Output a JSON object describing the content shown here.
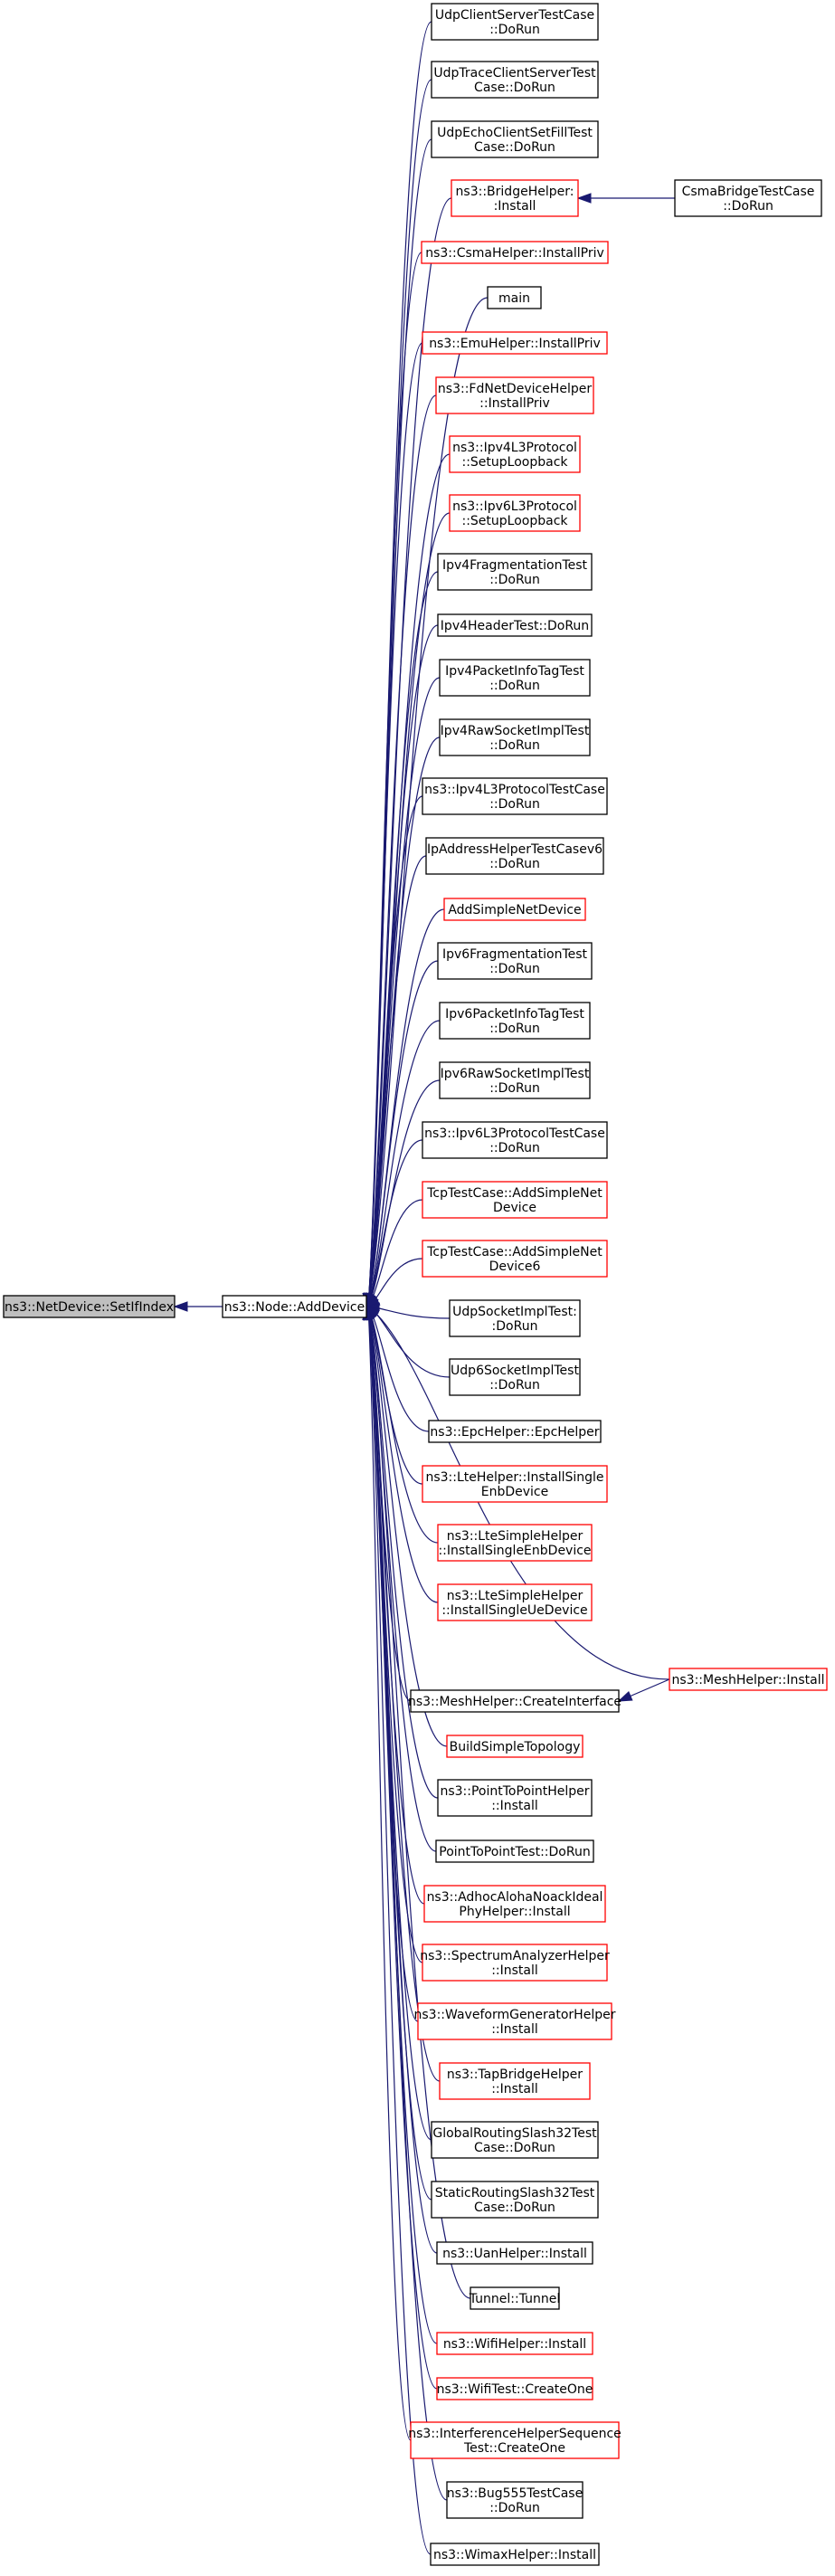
{
  "graph": {
    "root": {
      "id": "setifindex",
      "label": [
        "ns3::NetDevice::SetIfIndex"
      ],
      "style": "current"
    },
    "hub": {
      "id": "adddevice",
      "label": [
        "ns3::Node::AddDevice"
      ],
      "style": "normal"
    },
    "callers": [
      {
        "id": "udpclientserver",
        "label": [
          "UdpClientServerTestCase",
          "::DoRun"
        ],
        "style": "normal"
      },
      {
        "id": "udptraceclientserver",
        "label": [
          "UdpTraceClientServerTest",
          "Case::DoRun"
        ],
        "style": "normal"
      },
      {
        "id": "udpechoclient",
        "label": [
          "UdpEchoClientSetFillTest",
          "Case::DoRun"
        ],
        "style": "normal"
      },
      {
        "id": "bridgehelper",
        "label": [
          "ns3::BridgeHelper:",
          ":Install"
        ],
        "style": "truncated"
      },
      {
        "id": "csmahelper",
        "label": [
          "ns3::CsmaHelper::InstallPriv"
        ],
        "style": "truncated"
      },
      {
        "id": "main",
        "label": [
          "main"
        ],
        "style": "normal"
      },
      {
        "id": "emuhelper",
        "label": [
          "ns3::EmuHelper::InstallPriv"
        ],
        "style": "truncated"
      },
      {
        "id": "fdnetdevicehelper",
        "label": [
          "ns3::FdNetDeviceHelper",
          "::InstallPriv"
        ],
        "style": "truncated"
      },
      {
        "id": "ipv4l3setuploopback",
        "label": [
          "ns3::Ipv4L3Protocol",
          "::SetupLoopback"
        ],
        "style": "truncated"
      },
      {
        "id": "ipv6l3setuploopback",
        "label": [
          "ns3::Ipv6L3Protocol",
          "::SetupLoopback"
        ],
        "style": "truncated"
      },
      {
        "id": "ipv4fragmentation",
        "label": [
          "Ipv4FragmentationTest",
          "::DoRun"
        ],
        "style": "normal"
      },
      {
        "id": "ipv4header",
        "label": [
          "Ipv4HeaderTest::DoRun"
        ],
        "style": "normal"
      },
      {
        "id": "ipv4packetinfotag",
        "label": [
          "Ipv4PacketInfoTagTest",
          "::DoRun"
        ],
        "style": "normal"
      },
      {
        "id": "ipv4rawsocket",
        "label": [
          "Ipv4RawSocketImplTest",
          "::DoRun"
        ],
        "style": "normal"
      },
      {
        "id": "ipv4l3protocoltest",
        "label": [
          "ns3::Ipv4L3ProtocolTestCase",
          "::DoRun"
        ],
        "style": "normal"
      },
      {
        "id": "ipaddresshelper",
        "label": [
          "IpAddressHelperTestCasev6",
          "::DoRun"
        ],
        "style": "normal"
      },
      {
        "id": "addsimplenetdevice",
        "label": [
          "AddSimpleNetDevice"
        ],
        "style": "truncated"
      },
      {
        "id": "ipv6fragmentation",
        "label": [
          "Ipv6FragmentationTest",
          "::DoRun"
        ],
        "style": "normal"
      },
      {
        "id": "ipv6packetinfotag",
        "label": [
          "Ipv6PacketInfoTagTest",
          "::DoRun"
        ],
        "style": "normal"
      },
      {
        "id": "ipv6rawsocket",
        "label": [
          "Ipv6RawSocketImplTest",
          "::DoRun"
        ],
        "style": "normal"
      },
      {
        "id": "ipv6l3protocoltest",
        "label": [
          "ns3::Ipv6L3ProtocolTestCase",
          "::DoRun"
        ],
        "style": "normal"
      },
      {
        "id": "tcpaddsimple",
        "label": [
          "TcpTestCase::AddSimpleNet",
          "Device"
        ],
        "style": "truncated"
      },
      {
        "id": "tcpaddsimple6",
        "label": [
          "TcpTestCase::AddSimpleNet",
          "Device6"
        ],
        "style": "truncated"
      },
      {
        "id": "udpsocketimpl",
        "label": [
          "UdpSocketImplTest:",
          ":DoRun"
        ],
        "style": "normal"
      },
      {
        "id": "udp6socketimpl",
        "label": [
          "Udp6SocketImplTest",
          "::DoRun"
        ],
        "style": "normal"
      },
      {
        "id": "epchelper",
        "label": [
          "ns3::EpcHelper::EpcHelper"
        ],
        "style": "normal"
      },
      {
        "id": "ltehelper",
        "label": [
          "ns3::LteHelper::InstallSingle",
          "EnbDevice"
        ],
        "style": "truncated"
      },
      {
        "id": "ltesimpleenb",
        "label": [
          "ns3::LteSimpleHelper",
          "::InstallSingleEnbDevice"
        ],
        "style": "truncated"
      },
      {
        "id": "ltesimpleue",
        "label": [
          "ns3::LteSimpleHelper",
          "::InstallSingleUeDevice"
        ],
        "style": "truncated"
      },
      {
        "id": "meshcreateinterface",
        "label": [
          "ns3::MeshHelper::CreateInterface"
        ],
        "style": "normal"
      },
      {
        "id": "buildsimpletopology",
        "label": [
          "BuildSimpleTopology"
        ],
        "style": "truncated"
      },
      {
        "id": "pointtopointhelper",
        "label": [
          "ns3::PointToPointHelper",
          "::Install"
        ],
        "style": "normal"
      },
      {
        "id": "pointtopointtest",
        "label": [
          "PointToPointTest::DoRun"
        ],
        "style": "normal"
      },
      {
        "id": "adhocaloha",
        "label": [
          "ns3::AdhocAlohaNoackIdeal",
          "PhyHelper::Install"
        ],
        "style": "truncated"
      },
      {
        "id": "spectrumanalyzer",
        "label": [
          "ns3::SpectrumAnalyzerHelper",
          "::Install"
        ],
        "style": "truncated"
      },
      {
        "id": "waveformgenerator",
        "label": [
          "ns3::WaveformGeneratorHelper",
          "::Install"
        ],
        "style": "truncated"
      },
      {
        "id": "tapbridgehelper",
        "label": [
          "ns3::TapBridgeHelper",
          "::Install"
        ],
        "style": "truncated"
      },
      {
        "id": "globalrouting",
        "label": [
          "GlobalRoutingSlash32Test",
          "Case::DoRun"
        ],
        "style": "normal"
      },
      {
        "id": "staticrouting",
        "label": [
          "StaticRoutingSlash32Test",
          "Case::DoRun"
        ],
        "style": "normal"
      },
      {
        "id": "uanhelper",
        "label": [
          "ns3::UanHelper::Install"
        ],
        "style": "normal"
      },
      {
        "id": "tunnel",
        "label": [
          "Tunnel::Tunnel"
        ],
        "style": "normal"
      },
      {
        "id": "wifihelper",
        "label": [
          "ns3::WifiHelper::Install"
        ],
        "style": "truncated"
      },
      {
        "id": "wifitest",
        "label": [
          "ns3::WifiTest::CreateOne"
        ],
        "style": "truncated"
      },
      {
        "id": "interferencehelper",
        "label": [
          "ns3::InterferenceHelperSequence",
          "Test::CreateOne"
        ],
        "style": "truncated"
      },
      {
        "id": "bug555",
        "label": [
          "ns3::Bug555TestCase",
          "::DoRun"
        ],
        "style": "normal"
      },
      {
        "id": "wimaxhelper",
        "label": [
          "ns3::WimaxHelper::Install"
        ],
        "style": "normal"
      }
    ],
    "secondary": [
      {
        "id": "csmabridge",
        "label": [
          "CsmaBridgeTestCase",
          "::DoRun"
        ],
        "style": "normal",
        "calls": "bridgehelper"
      },
      {
        "id": "meshinstall",
        "label": [
          "ns3::MeshHelper::Install"
        ],
        "style": "truncated",
        "calls": [
          "adddevice",
          "meshcreateinterface"
        ]
      }
    ],
    "root_caller": "adddevice",
    "colors": {
      "current_fill": "#bfbfbf",
      "normal_border": "#000000",
      "truncated_border": "#ff0000",
      "edge": "#191970"
    }
  }
}
